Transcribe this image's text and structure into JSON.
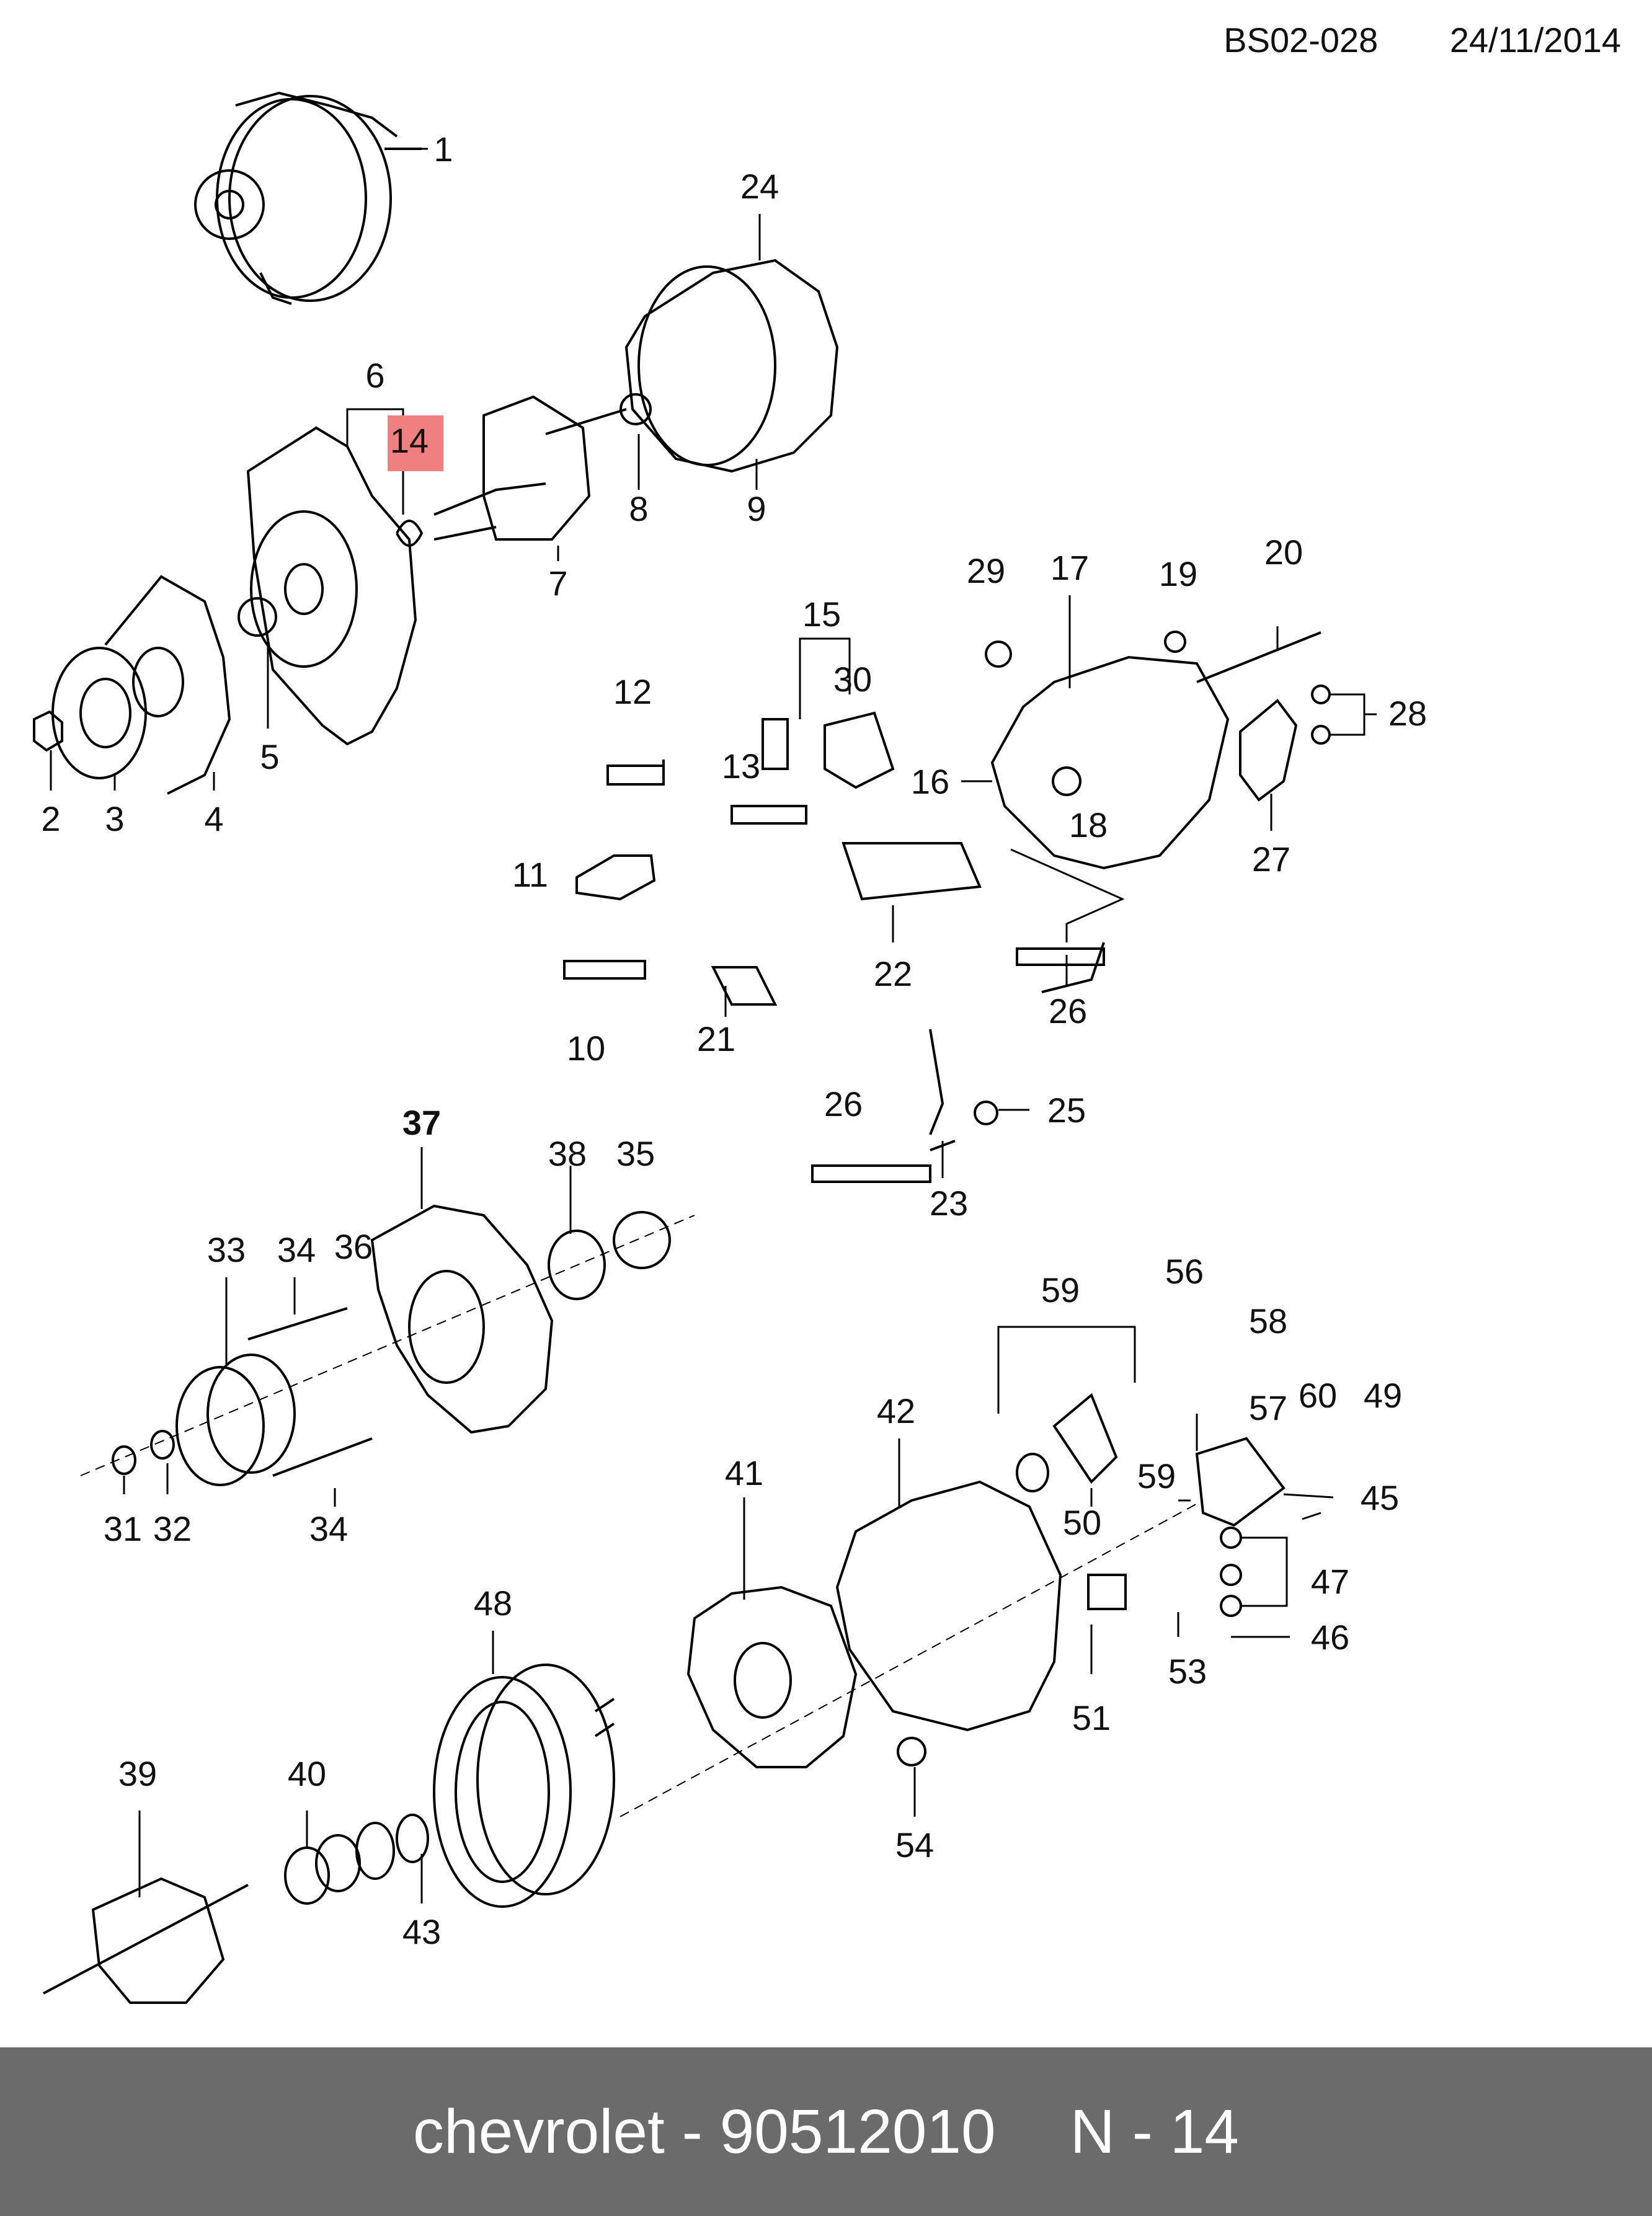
{
  "header": {
    "code": "BS02-028",
    "date": "24/11/2014"
  },
  "footer": {
    "part_text": "chevrolet - 90512010",
    "ref_text": "N - 14"
  },
  "highlight_color": "#f08080",
  "highlighted_label": "14",
  "callouts": [
    "1",
    "2",
    "3",
    "4",
    "5",
    "6",
    "7",
    "8",
    "9",
    "10",
    "11",
    "12",
    "13",
    "14",
    "15",
    "16",
    "17",
    "18",
    "19",
    "20",
    "21",
    "22",
    "23",
    "24",
    "25",
    "26",
    "26",
    "27",
    "28",
    "29",
    "30",
    "31",
    "32",
    "33",
    "34",
    "34",
    "35",
    "36",
    "37",
    "38",
    "39",
    "40",
    "41",
    "42",
    "43",
    "45",
    "46",
    "47",
    "48",
    "49",
    "50",
    "51",
    "53",
    "54",
    "56",
    "57",
    "58",
    "59",
    "59",
    "60"
  ]
}
